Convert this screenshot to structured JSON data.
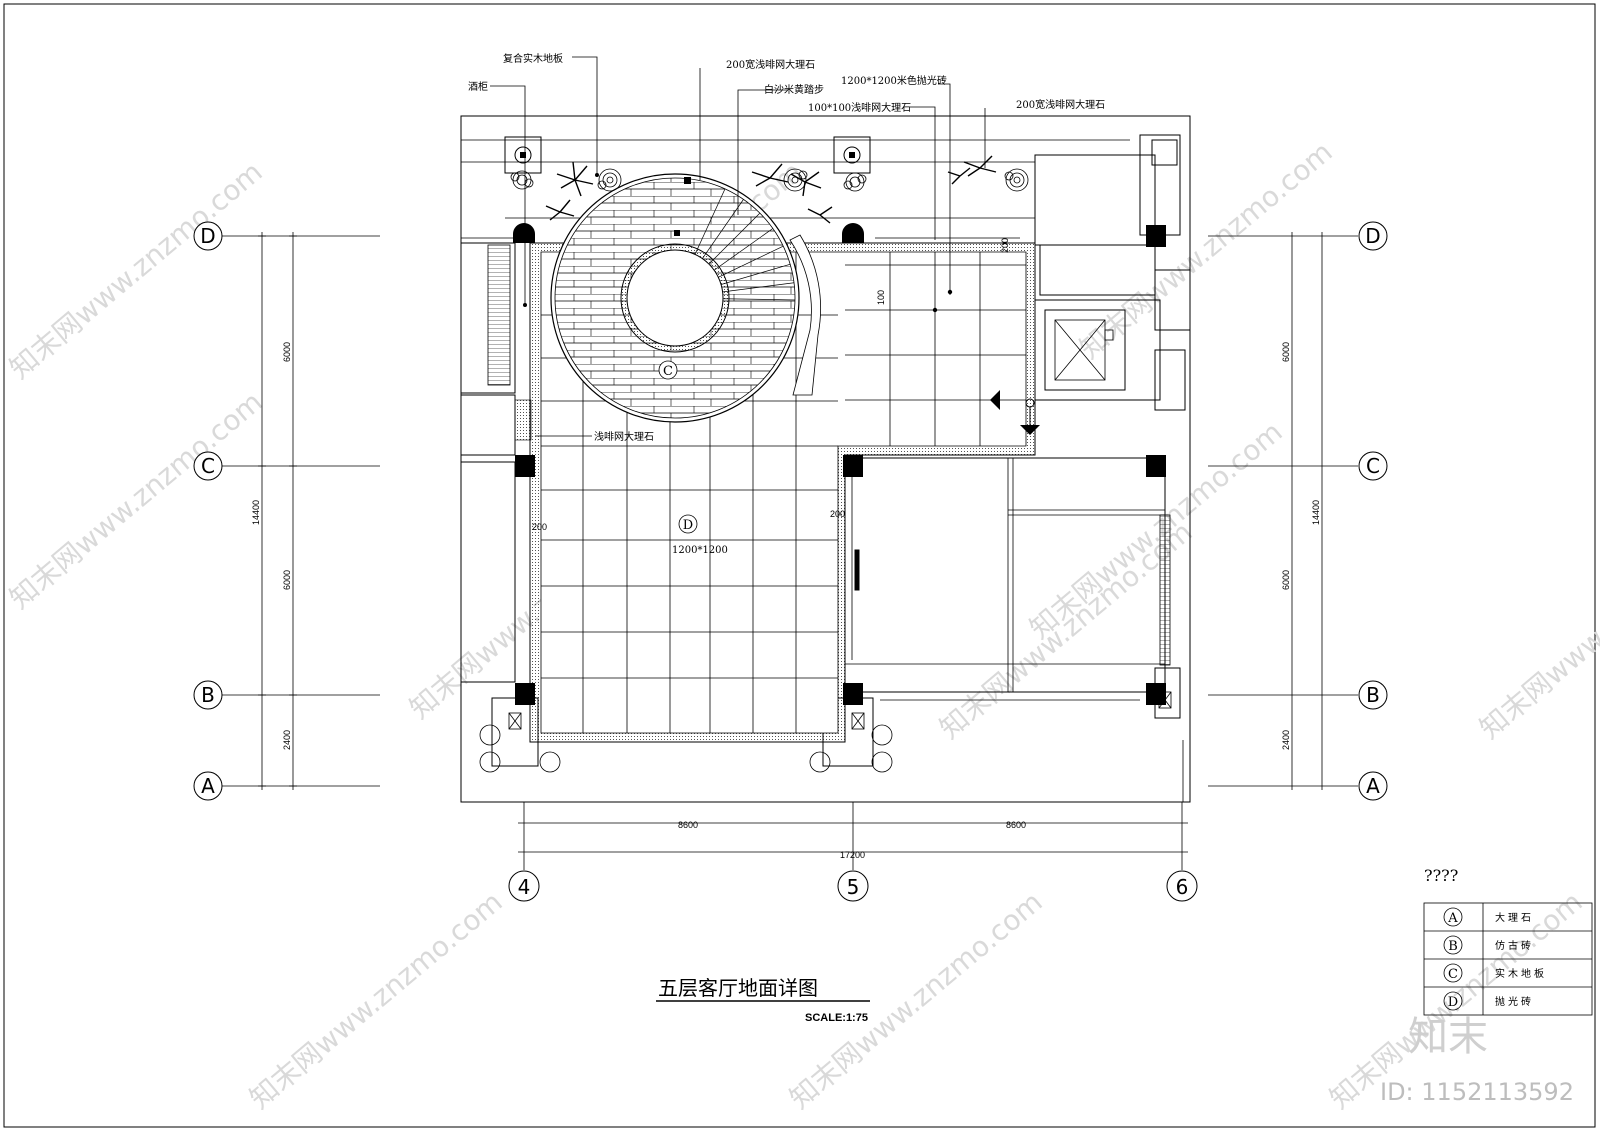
{
  "drawing": {
    "title": "五层客厅地面详图",
    "scale": "SCALE:1:75"
  },
  "annotations": {
    "composite_floor": "复合实木地板",
    "wine_cabinet": "酒柜",
    "marble_200_a": "200宽浅啡网大理石",
    "white_sand_step": "白沙米黄踏步",
    "polished_tile": "1200*1200米色抛光砖",
    "marble_100": "100*100浅啡网大理石",
    "marble_200_b": "200宽浅啡网大理石",
    "marble_edge": "浅啡网大理石",
    "tile_size": "1200*1200",
    "dim_200_a": "200",
    "dim_200_b": "200",
    "dim_200_c": "200",
    "dim_100": "100"
  },
  "grid": {
    "rows": [
      "D",
      "C",
      "B",
      "A"
    ],
    "cols": [
      "4",
      "5",
      "6"
    ],
    "left_dims": [
      "6000",
      "6000",
      "2400"
    ],
    "left_total": "14400",
    "right_dims": [
      "6000",
      "6000",
      "2400"
    ],
    "right_total": "14400",
    "bottom_dims": [
      "8600",
      "8600"
    ],
    "bottom_total": "17200"
  },
  "room_tags": {
    "stair_zone": "C",
    "main_zone": "D"
  },
  "legend": {
    "heading": "????",
    "items": [
      {
        "code": "A",
        "label": "大理石"
      },
      {
        "code": "B",
        "label": "仿古砖"
      },
      {
        "code": "C",
        "label": "实木地板"
      },
      {
        "code": "D",
        "label": "抛光砖"
      }
    ]
  },
  "watermark": {
    "text": "知末网www.znzmo.com",
    "brand": "知末",
    "id": "ID: 1152113592"
  }
}
